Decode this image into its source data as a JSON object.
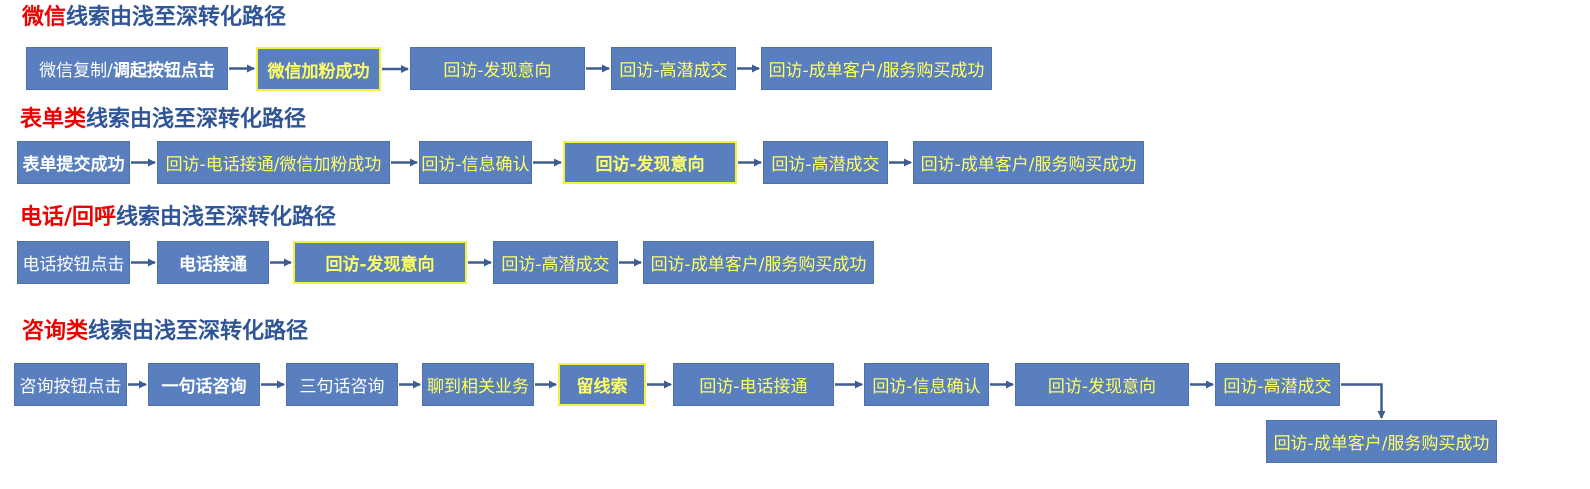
{
  "sections": [
    {
      "prefix": "微信",
      "suffix": "线索由浅至深转化路径",
      "steps": [
        {
          "parts": [
            {
              "text": "微信复制/",
              "color": "white",
              "bold": false
            },
            {
              "text": "调起按钮点击",
              "color": "white",
              "bold": true
            }
          ]
        },
        {
          "parts": [
            {
              "text": "微信加粉成功",
              "color": "yellow",
              "bold": true
            }
          ],
          "highlight": true
        },
        {
          "parts": [
            {
              "text": "回访-发现意向",
              "color": "yellow",
              "bold": false
            }
          ]
        },
        {
          "parts": [
            {
              "text": "回访-高潜成交",
              "color": "yellow",
              "bold": false
            }
          ]
        },
        {
          "parts": [
            {
              "text": "回访-成单客户/服务购买成功",
              "color": "yellow",
              "bold": false
            }
          ]
        }
      ]
    },
    {
      "prefix": "表单类",
      "suffix": "线索由浅至深转化路径",
      "steps": [
        {
          "parts": [
            {
              "text": "表单提交成功",
              "color": "white",
              "bold": true
            }
          ]
        },
        {
          "parts": [
            {
              "text": "回访-电话接通/微信加粉成功",
              "color": "yellow",
              "bold": false
            }
          ]
        },
        {
          "parts": [
            {
              "text": "回访-信息确认",
              "color": "yellow",
              "bold": false
            }
          ]
        },
        {
          "parts": [
            {
              "text": "回访-发现意向",
              "color": "yellow",
              "bold": true
            }
          ],
          "highlight": true
        },
        {
          "parts": [
            {
              "text": "回访-高潜成交",
              "color": "yellow",
              "bold": false
            }
          ]
        },
        {
          "parts": [
            {
              "text": "回访-成单客户/服务购买成功",
              "color": "yellow",
              "bold": false
            }
          ]
        }
      ]
    },
    {
      "prefix": "电话/回呼",
      "suffix": "线索由浅至深转化路径",
      "steps": [
        {
          "parts": [
            {
              "text": "电话按钮点击",
              "color": "white",
              "bold": false
            }
          ]
        },
        {
          "parts": [
            {
              "text": "电话接通",
              "color": "white",
              "bold": true
            }
          ]
        },
        {
          "parts": [
            {
              "text": "回访-发现意向",
              "color": "yellow",
              "bold": true
            }
          ],
          "highlight": true
        },
        {
          "parts": [
            {
              "text": "回访-高潜成交",
              "color": "yellow",
              "bold": false
            }
          ]
        },
        {
          "parts": [
            {
              "text": "回访-成单客户/服务购买成功",
              "color": "yellow",
              "bold": false
            }
          ]
        }
      ]
    },
    {
      "prefix": "咨询类",
      "suffix": "线索由浅至深转化路径",
      "steps": [
        {
          "parts": [
            {
              "text": "咨询按钮点击",
              "color": "white",
              "bold": false
            }
          ]
        },
        {
          "parts": [
            {
              "text": "一句话咨询",
              "color": "white",
              "bold": true
            }
          ]
        },
        {
          "parts": [
            {
              "text": "三句话咨询",
              "color": "white",
              "bold": false
            }
          ]
        },
        {
          "parts": [
            {
              "text": "聊到相关业务",
              "color": "yellow",
              "bold": false
            }
          ]
        },
        {
          "parts": [
            {
              "text": "留线索",
              "color": "yellow",
              "bold": true
            }
          ],
          "highlight": true
        },
        {
          "parts": [
            {
              "text": "回访-电话接通",
              "color": "yellow",
              "bold": false
            }
          ]
        },
        {
          "parts": [
            {
              "text": "回访-信息确认",
              "color": "yellow",
              "bold": false
            }
          ]
        },
        {
          "parts": [
            {
              "text": "回访-发现意向",
              "color": "yellow",
              "bold": false
            }
          ]
        },
        {
          "parts": [
            {
              "text": "回访-高潜成交",
              "color": "yellow",
              "bold": false
            }
          ]
        },
        {
          "parts": [
            {
              "text": "回访-成单客户/服务购买成功",
              "color": "yellow",
              "bold": false
            }
          ]
        }
      ]
    }
  ],
  "colors": {
    "accent_red": "#ee0000",
    "title_blue": "#2f5597",
    "box_fill": "#5a7fbf",
    "highlight_border": "#f2f23a",
    "arrow": "#3e5c91"
  }
}
